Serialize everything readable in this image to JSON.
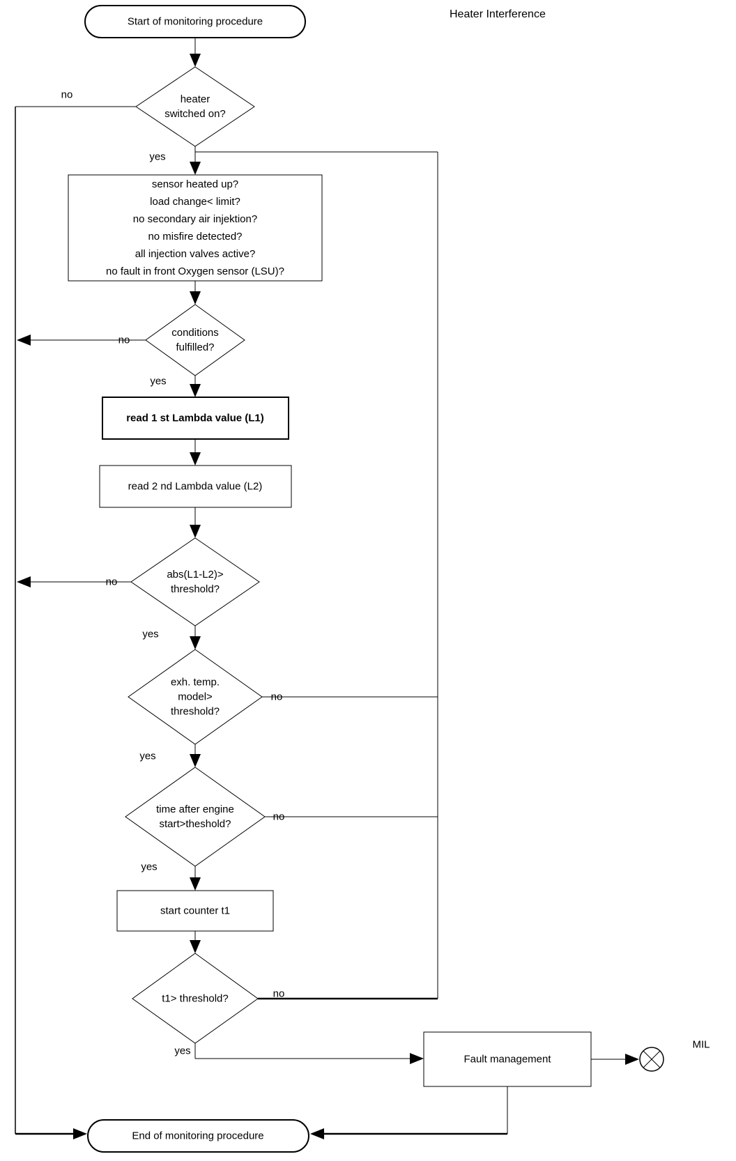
{
  "title": "Heater Interference",
  "colors": {
    "line": "#000000",
    "background": "#ffffff",
    "text": "#000000"
  },
  "nodes": {
    "start": {
      "type": "terminator",
      "label": "Start of monitoring procedure"
    },
    "heater_switched_on": {
      "type": "decision",
      "lines": [
        "heater",
        "switched on?"
      ]
    },
    "conditions": {
      "type": "process",
      "lines": [
        "sensor heated up?",
        "load change< limit?",
        "no secondary air injektion?",
        "no misfire detected?",
        "all injection valves active?",
        "no fault in front Oxygen sensor (LSU)?"
      ]
    },
    "conditions_fulfilled": {
      "type": "decision",
      "lines": [
        "conditions",
        "fulfilled?"
      ]
    },
    "read_l1": {
      "type": "process",
      "label": "read 1 st Lambda value (L1)"
    },
    "read_l2": {
      "type": "process",
      "label": "read 2 nd Lambda value (L2)"
    },
    "abs_threshold": {
      "type": "decision",
      "lines": [
        "abs(L1-L2)>",
        "threshold?"
      ]
    },
    "exh_temp_model": {
      "type": "decision",
      "lines": [
        "exh. temp.",
        "model>",
        "threshold?"
      ]
    },
    "time_after_start": {
      "type": "decision",
      "lines": [
        "time after engine",
        "start>theshold?"
      ]
    },
    "start_counter": {
      "type": "process",
      "label": "start counter t1"
    },
    "t1_threshold": {
      "type": "decision",
      "label": "t1> threshold?"
    },
    "fault_management": {
      "type": "process",
      "label": "Fault management"
    },
    "end": {
      "type": "terminator",
      "label": "End of monitoring procedure"
    },
    "mil": {
      "type": "indicator",
      "label": "MIL"
    }
  },
  "edges": {
    "heater_no": {
      "label": "no"
    },
    "heater_yes": {
      "label": "yes"
    },
    "conditions_no": {
      "label": "no"
    },
    "conditions_yes": {
      "label": "yes"
    },
    "abs_no": {
      "label": "no"
    },
    "abs_yes": {
      "label": "yes"
    },
    "exh_no": {
      "label": "no"
    },
    "exh_yes": {
      "label": "yes"
    },
    "time_no": {
      "label": "no"
    },
    "time_yes": {
      "label": "yes"
    },
    "t1_no": {
      "label": "no"
    },
    "t1_yes": {
      "label": "yes"
    }
  }
}
